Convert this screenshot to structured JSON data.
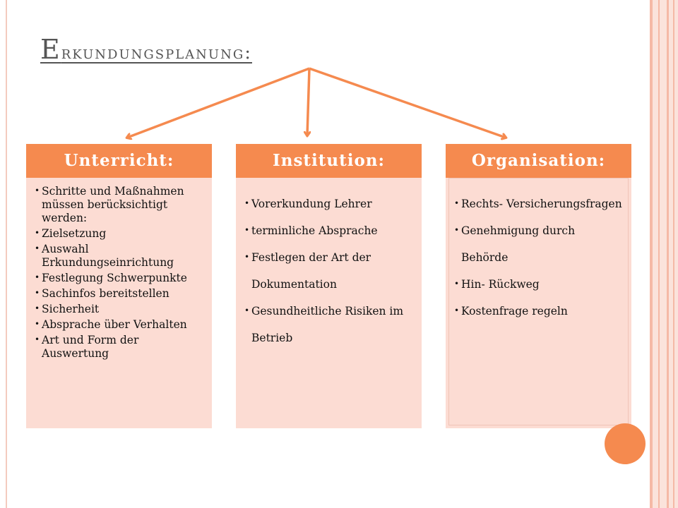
{
  "slide": {
    "title_first": "E",
    "title_rest": "rkundungsplanung:"
  },
  "columns": [
    {
      "header": "Unterricht:",
      "items": [
        "Schritte und Maßnahmen müssen berücksichtigt werden:",
        "Zielsetzung",
        "Auswahl Erkundungseinrichtung",
        "Festlegung Schwerpunkte",
        "Sachinfos bereitstellen",
        "Sicherheit",
        "Absprache über Verhalten",
        " Art und Form der Auswertung"
      ]
    },
    {
      "header": "Institution:",
      "items": [
        "Vorerkundung Lehrer",
        "terminliche Absprache",
        "Festlegen der Art der Dokumentation",
        "Gesundheitliche Risiken im Betrieb"
      ]
    },
    {
      "header": "Organisation:",
      "items": [
        "Rechts- Versicherungsfragen",
        "Genehmigung durch Behörde",
        "Hin- Rückweg",
        "Kostenfrage regeln"
      ]
    }
  ],
  "colors": {
    "accent": "#f58a4f",
    "box_fill": "#fcdcd3",
    "title_text": "#555555"
  }
}
